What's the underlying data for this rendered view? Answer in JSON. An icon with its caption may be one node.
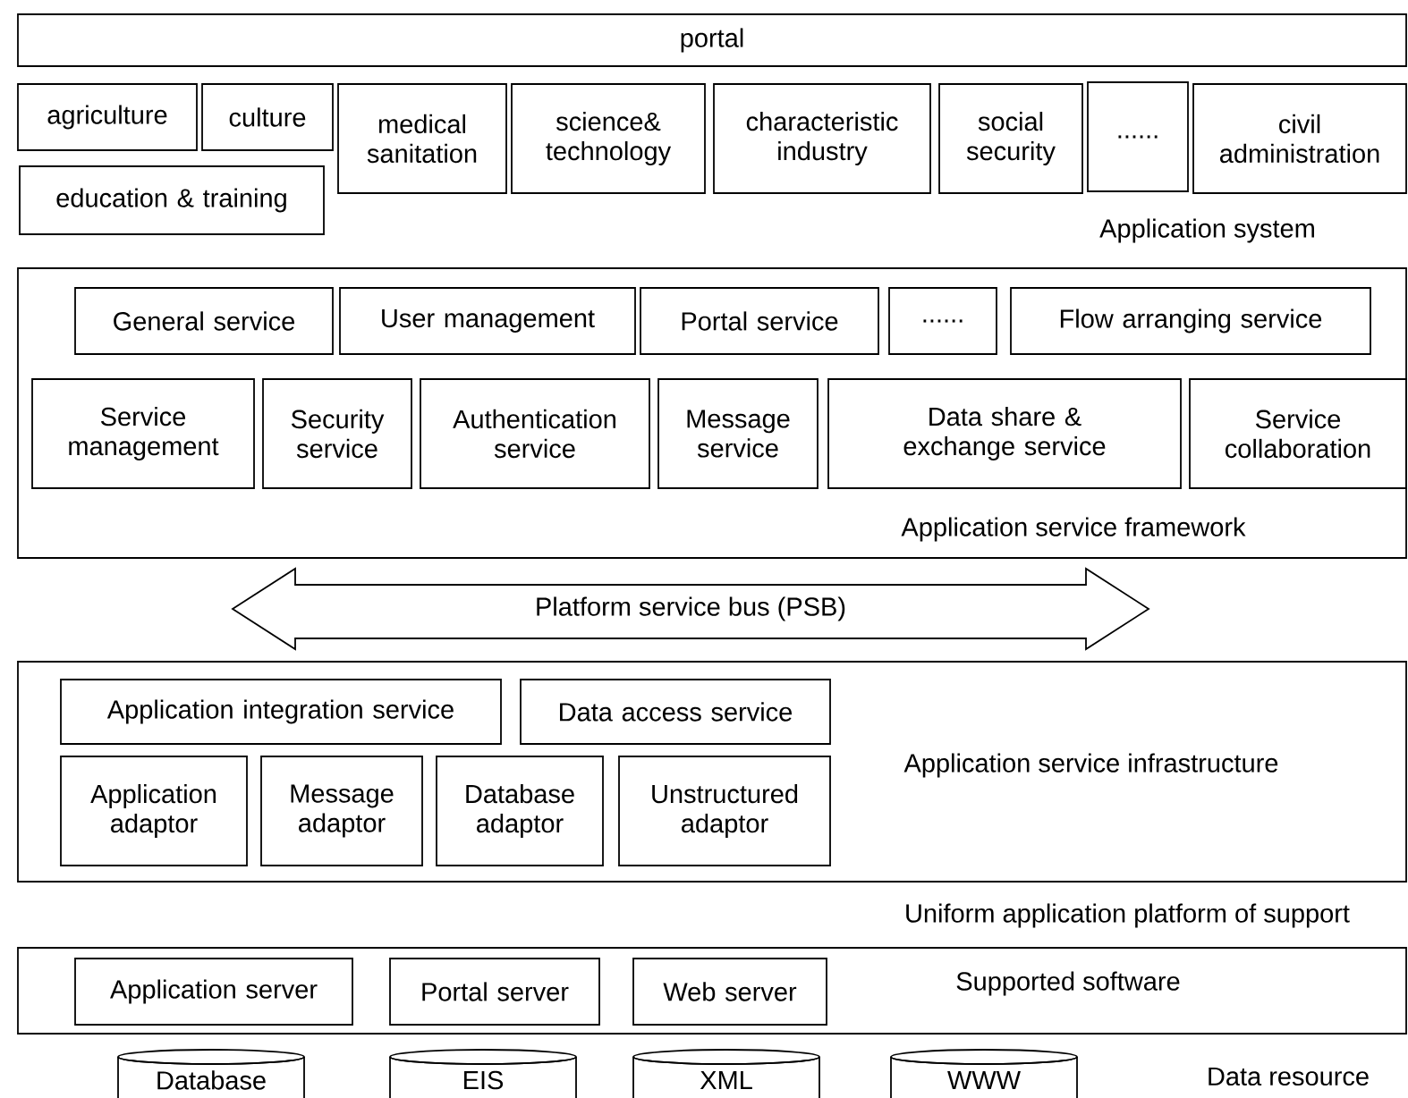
{
  "diagram": {
    "nodes": [
      {
        "text": [
          "portal"
        ]
      },
      {
        "text": [
          "agriculture"
        ]
      },
      {
        "text": [
          "culture"
        ]
      },
      {
        "text": [
          "medical sanitation"
        ]
      },
      {
        "text": [
          "science& technology"
        ]
      },
      {
        "text": [
          "characteristic industry"
        ]
      },
      {
        "text": [
          "social security"
        ]
      },
      {
        "text": [
          "......"
        ]
      },
      {
        "text": [
          "civil administration"
        ]
      },
      {
        "text": [
          "education & training"
        ]
      },
      {
        "text": [
          "Application service framework"
        ]
      },
      {
        "text": [
          "General service"
        ],
        "in": 10
      },
      {
        "text": [
          "User management"
        ],
        "in": 10
      },
      {
        "text": [
          "Portal service"
        ],
        "in": 10
      },
      {
        "text": [
          "......"
        ],
        "in": 10
      },
      {
        "text": [
          "Flow arranging service"
        ],
        "in": 10
      },
      {
        "text": [
          "Service management"
        ],
        "in": 10
      },
      {
        "text": [
          "Security service"
        ],
        "in": 10
      },
      {
        "text": [
          "Authentication service"
        ],
        "in": 10
      },
      {
        "text": [
          "Message service"
        ],
        "in": 10
      },
      {
        "text": [
          "Data share & exchange service"
        ],
        "in": 10
      },
      {
        "text": [
          "Service collaboration"
        ],
        "in": 10
      },
      {
        "text": [
          "Platform service bus (PSB)"
        ]
      },
      {
        "text": [
          "Application service infrastructure"
        ]
      },
      {
        "text": [
          "Application integration service"
        ],
        "in": 23
      },
      {
        "text": [
          "Data access service"
        ],
        "in": 23
      },
      {
        "text": [
          "Application adaptor"
        ],
        "in": 23
      },
      {
        "text": [
          "Message adaptor"
        ],
        "in": 23
      },
      {
        "text": [
          "Database adaptor"
        ],
        "in": 23
      },
      {
        "text": [
          "Unstructured adaptor"
        ],
        "in": 23
      },
      {
        "text": [
          "Supported software"
        ]
      },
      {
        "text": [
          "Application server"
        ],
        "in": 30
      },
      {
        "text": [
          "Portal server"
        ],
        "in": 30
      },
      {
        "text": [
          "Web server"
        ],
        "in": 30
      },
      {
        "text": [
          "Database"
        ]
      },
      {
        "text": [
          "EIS"
        ]
      },
      {
        "text": [
          "XML"
        ]
      },
      {
        "text": [
          "WWW"
        ]
      }
    ],
    "labels": [
      "Application system",
      "Uniform application platform of support",
      "Data resource"
    ]
  }
}
